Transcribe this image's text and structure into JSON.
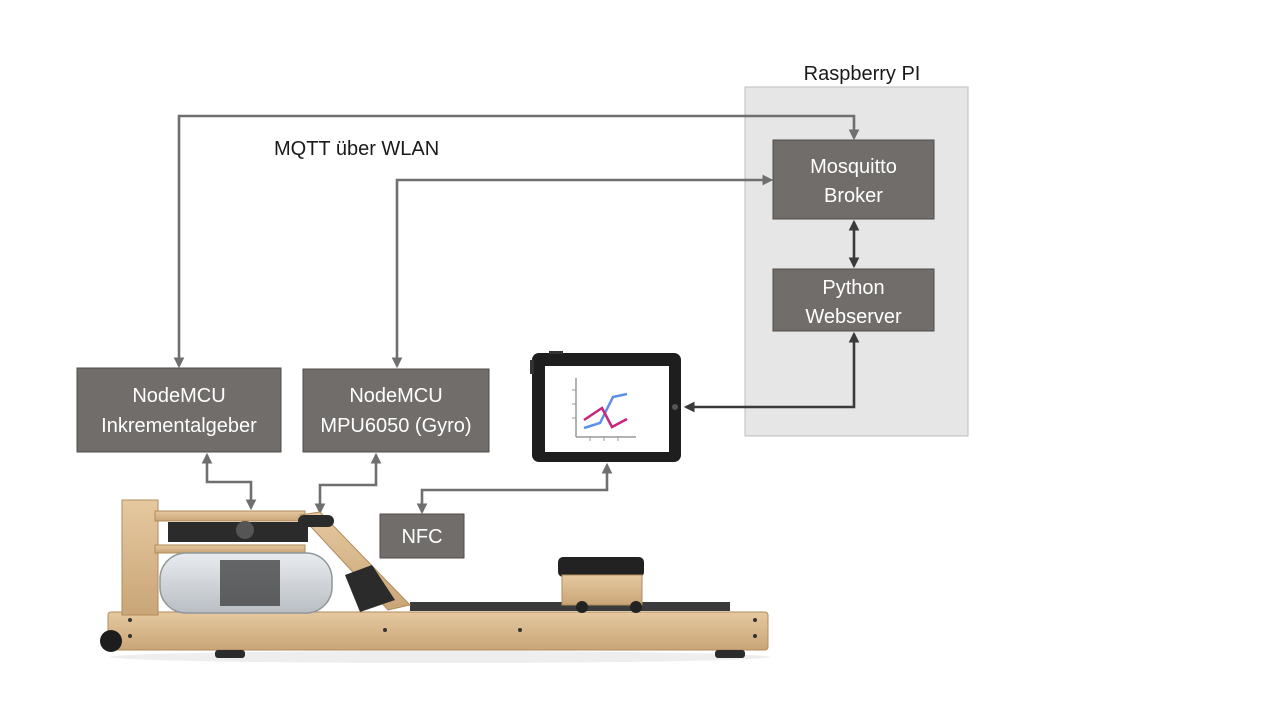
{
  "title": "",
  "regions": {
    "raspberry_pi": {
      "label": "Raspberry PI"
    }
  },
  "labels": {
    "mqtt": "MQTT über WLAN"
  },
  "nodes": {
    "mosquitto": {
      "line1": "Mosquitto",
      "line2": "Broker"
    },
    "python": {
      "line1": "Python",
      "line2": "Webserver"
    },
    "nodemcu_inkrement": {
      "line1": "NodeMCU",
      "line2": "Inkrementalgeber"
    },
    "nodemcu_mpu": {
      "line1": "NodeMCU",
      "line2": "MPU6050 (Gyro)"
    },
    "nfc": {
      "line1": "NFC"
    }
  },
  "devices": {
    "tablet": {
      "icon": "tablet-chart-icon",
      "series_colors": [
        "#5b8fe8",
        "#c8247a"
      ]
    },
    "rowing_machine": {
      "icon": "rowing-machine-illustration"
    }
  },
  "colors": {
    "node_box": "#716d6a",
    "region_bg": "#e6e6e6",
    "connector": "#6f6f6f"
  }
}
